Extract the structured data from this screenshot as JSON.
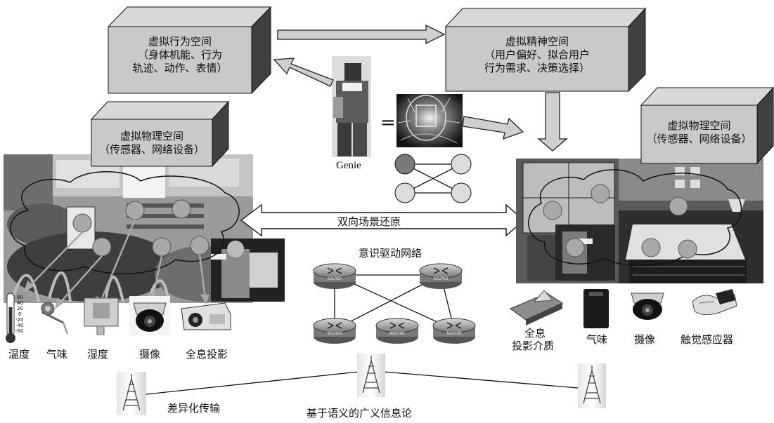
{
  "boxes": {
    "behavior": {
      "title": "虚拟行为空间",
      "line2": "（身体机能、行为",
      "line3": "轨迹、动作、表情）"
    },
    "spirit": {
      "title": "虚拟精神空间",
      "line2": "（用户偏好、拟合用户",
      "line3": "行为需求、决策选择）"
    },
    "physical_left": {
      "title": "虚拟物理空间",
      "line2": "（传感器、网络设备）"
    },
    "physical_right": {
      "title": "虚拟物理空间",
      "line2": "（传感器、网络设备）"
    }
  },
  "genie": {
    "label": "Genie",
    "equals": "="
  },
  "center": {
    "scene_restore": "双向场景还原",
    "network_title": "意识驱动网络",
    "router_text": "ROUTER"
  },
  "left_devices": [
    "温度",
    "气味",
    "湿度",
    "摄像",
    "全息投影"
  ],
  "thermometer_ticks": [
    "60",
    "40",
    "20",
    "0",
    "-20",
    "-40",
    "-60"
  ],
  "right_devices": {
    "holo_line1": "全息",
    "holo_line2": "投影介质",
    "smell": "气味",
    "camera": "摄像",
    "touch": "触觉感应器"
  },
  "bottom": {
    "transmission": "差异化传输",
    "theory": "基于语义的广义信息论"
  }
}
